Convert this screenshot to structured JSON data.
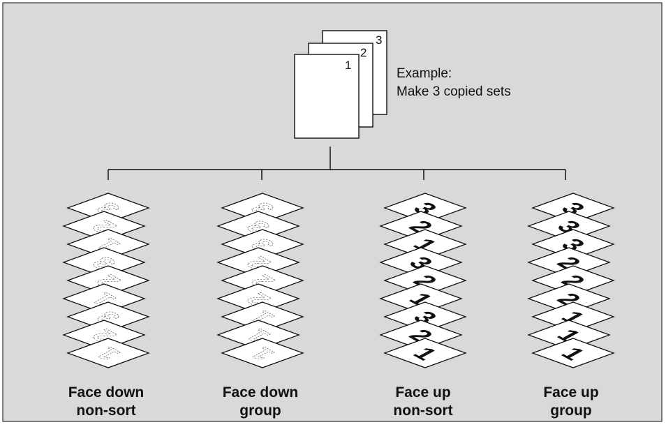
{
  "colors": {
    "background": "#d9d9d9",
    "frame": "#555555",
    "sheet_fill": "#ffffff",
    "ink": "#111111",
    "dashed_ink": "#555555"
  },
  "example": {
    "line1": "Example:",
    "line2": "Make 3 copied sets",
    "source_pages": [
      "1",
      "2",
      "3"
    ]
  },
  "stacks": [
    {
      "id": "face-down-non-sort",
      "caption_line1": "Face down",
      "caption_line2": "non-sort",
      "face": "down",
      "sheets": [
        "1",
        "2",
        "3",
        "1",
        "2",
        "3",
        "1",
        "2",
        "3"
      ]
    },
    {
      "id": "face-down-group",
      "caption_line1": "Face down",
      "caption_line2": "group",
      "face": "down",
      "sheets": [
        "1",
        "1",
        "1",
        "2",
        "2",
        "2",
        "3",
        "3",
        "3"
      ]
    },
    {
      "id": "face-up-non-sort",
      "caption_line1": "Face up",
      "caption_line2": "non-sort",
      "face": "up",
      "sheets": [
        "1",
        "2",
        "3",
        "1",
        "2",
        "3",
        "1",
        "2",
        "3"
      ]
    },
    {
      "id": "face-up-group",
      "caption_line1": "Face up",
      "caption_line2": "group",
      "face": "up",
      "sheets": [
        "1",
        "1",
        "1",
        "2",
        "2",
        "2",
        "3",
        "3",
        "3"
      ]
    }
  ]
}
